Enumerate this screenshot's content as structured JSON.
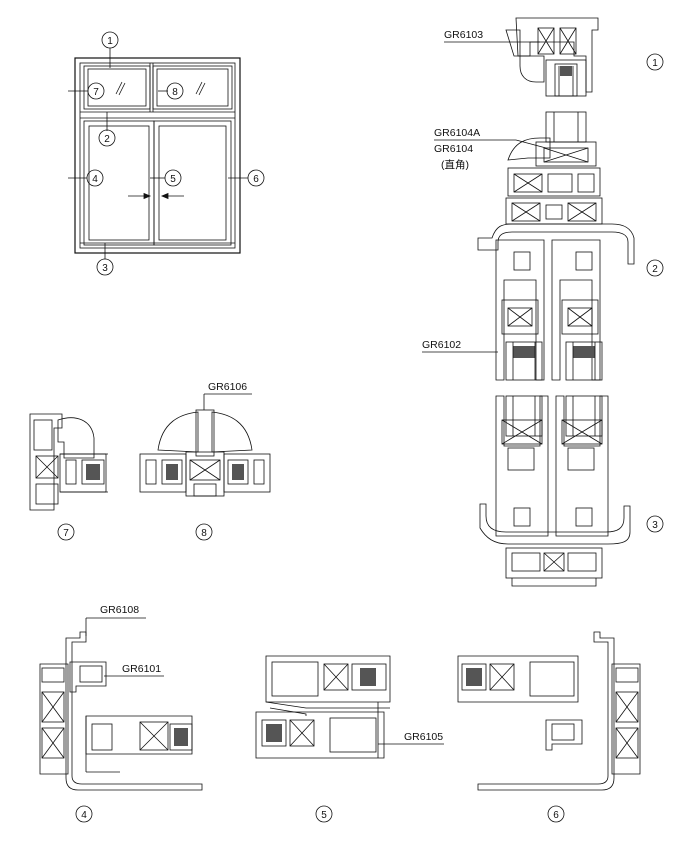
{
  "window_elevation": {
    "callouts": [
      "1",
      "2",
      "3",
      "4",
      "5",
      "6",
      "7",
      "8"
    ]
  },
  "profiles": {
    "gr6103": "GR6103",
    "gr6104a": "GR6104A",
    "gr6104": "GR6104",
    "gr6104_note": "(直角)",
    "gr6102": "GR6102",
    "gr6106": "GR6106",
    "gr6108": "GR6108",
    "gr6101": "GR6101",
    "gr6105": "GR6105"
  },
  "section_numbers": {
    "s1": "1",
    "s2": "2",
    "s3": "3",
    "s4": "4",
    "s5": "5",
    "s6": "6",
    "s7": "7",
    "s8": "8"
  }
}
